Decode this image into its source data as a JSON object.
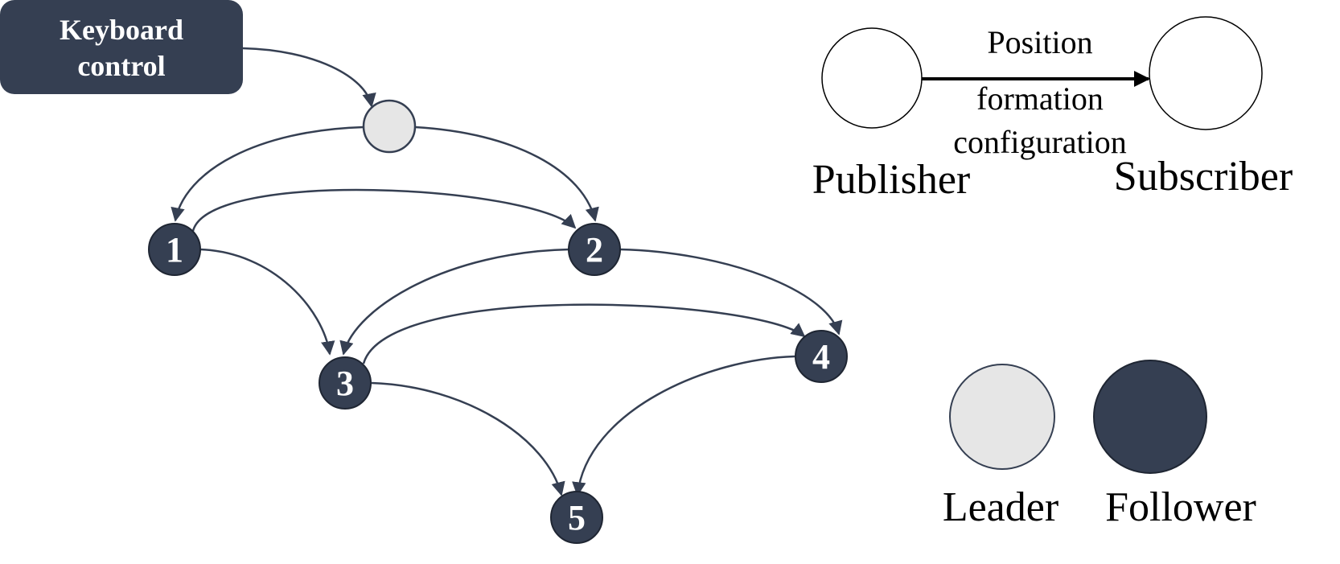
{
  "diagram": {
    "source_box": {
      "label_line1": "Keyboard",
      "label_line2": "control"
    },
    "nodes": [
      {
        "id": "leader",
        "label": "",
        "role": "Leader"
      },
      {
        "id": "n1",
        "label": "1",
        "role": "Follower"
      },
      {
        "id": "n2",
        "label": "2",
        "role": "Follower"
      },
      {
        "id": "n3",
        "label": "3",
        "role": "Follower"
      },
      {
        "id": "n4",
        "label": "4",
        "role": "Follower"
      },
      {
        "id": "n5",
        "label": "5",
        "role": "Follower"
      }
    ],
    "edges": [
      {
        "from": "Keyboard control",
        "to": "leader"
      },
      {
        "from": "leader",
        "to": "1"
      },
      {
        "from": "leader",
        "to": "2"
      },
      {
        "from": "1",
        "to": "2"
      },
      {
        "from": "1",
        "to": "3"
      },
      {
        "from": "2",
        "to": "3"
      },
      {
        "from": "2",
        "to": "4"
      },
      {
        "from": "3",
        "to": "4"
      },
      {
        "from": "3",
        "to": "5"
      },
      {
        "from": "4",
        "to": "5"
      }
    ]
  },
  "legend": {
    "topic_top": "Position",
    "topic_bottom_line1": "formation",
    "topic_bottom_line2": "configuration",
    "publisher": "Publisher",
    "subscriber": "Subscriber",
    "leader": "Leader",
    "follower": "Follower"
  },
  "colors": {
    "dark_node": "#353f52",
    "leader_fill": "#e6e6e6",
    "edge": "#353f52",
    "legend_arrow": "#000000"
  }
}
